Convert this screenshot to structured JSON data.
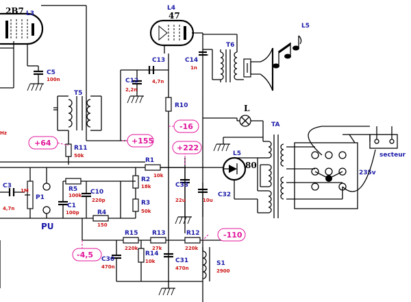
{
  "tubes": {
    "l3_type": "2B7",
    "l3_label": "L3",
    "l4_label": "L4",
    "l4_type": "47",
    "l5_label": "L5",
    "l5_type": "80"
  },
  "components": {
    "c5": {
      "label": "C5",
      "value": "100n"
    },
    "t5": {
      "label": "T5"
    },
    "r11": {
      "label": "R11",
      "value": "50k"
    },
    "c12": {
      "label": "C12",
      "value": "2,2n"
    },
    "c13": {
      "label": "C13",
      "value": "4,7n"
    },
    "r10": {
      "label": "R10"
    },
    "c14": {
      "label": "C14",
      "value": "1n"
    },
    "t6": {
      "label": "T6"
    },
    "l5_speaker": {
      "label": "L5"
    },
    "lamp": {
      "label": "L"
    },
    "ta": {
      "label": "TA"
    },
    "r1": {
      "label": "R1",
      "value": "10k"
    },
    "r2": {
      "label": "R2",
      "value": "18k"
    },
    "r3": {
      "label": "R3",
      "value": "50k"
    },
    "c33": {
      "label": "C33",
      "value": "22u"
    },
    "c32": {
      "label": "C32",
      "value": "10u"
    },
    "c3": {
      "label": "C3",
      "value": "4,7n"
    },
    "p1": {
      "label": "P1",
      "value": "1M"
    },
    "r5": {
      "label": "R5",
      "value": "100k"
    },
    "c1": {
      "label": "C1",
      "value": "100p"
    },
    "c10": {
      "label": "C10",
      "value": "220p"
    },
    "r4": {
      "label": "R4",
      "value": "150"
    },
    "r15": {
      "label": "R15",
      "value": "220k"
    },
    "r13": {
      "label": "R13",
      "value": "27k"
    },
    "r12": {
      "label": "R12",
      "value": "220k"
    },
    "c30": {
      "label": "C30",
      "value": "470n"
    },
    "r14": {
      "label": "R14",
      "value": "10k"
    },
    "c31": {
      "label": "C31",
      "value": "470n"
    },
    "s1": {
      "label": "S1",
      "value": "2900"
    }
  },
  "labels": {
    "hz_fragment": "Hz",
    "voltage": "235v",
    "secteur": "secteur",
    "pu": "PU"
  },
  "voltages": {
    "v64": "+64",
    "v155": "+155",
    "v16": "-16",
    "v222": "+222",
    "v110": "-110",
    "v4_5": "-4,5"
  }
}
